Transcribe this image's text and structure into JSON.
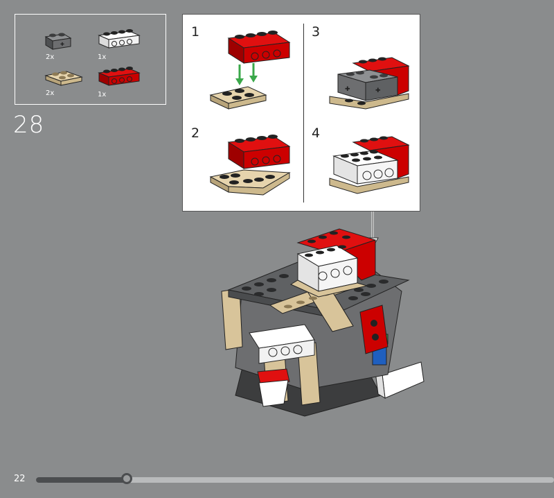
{
  "parts_list": [
    {
      "name": "dark-gray-brick-1x2-axle",
      "qty": "2x",
      "color": "#6d6e70"
    },
    {
      "name": "white-technic-brick-1x4",
      "qty": "1x",
      "color": "#ffffff"
    },
    {
      "name": "tan-plate-2x2",
      "qty": "2x",
      "color": "#d8c49a"
    },
    {
      "name": "red-technic-brick-1x4",
      "qty": "1x",
      "color": "#d40000"
    }
  ],
  "step_number": "28",
  "substeps": [
    {
      "label": "1"
    },
    {
      "label": "2"
    },
    {
      "label": "3"
    },
    {
      "label": "4"
    }
  ],
  "page_number": "22",
  "progress": {
    "fraction": 0.175
  },
  "colors": {
    "background": "#8a8c8d",
    "red": "#d40000",
    "tan": "#d8c49a",
    "dark_gray": "#5f6163",
    "white": "#ffffff",
    "black": "#222222",
    "arrow_green": "#3aa84a"
  }
}
